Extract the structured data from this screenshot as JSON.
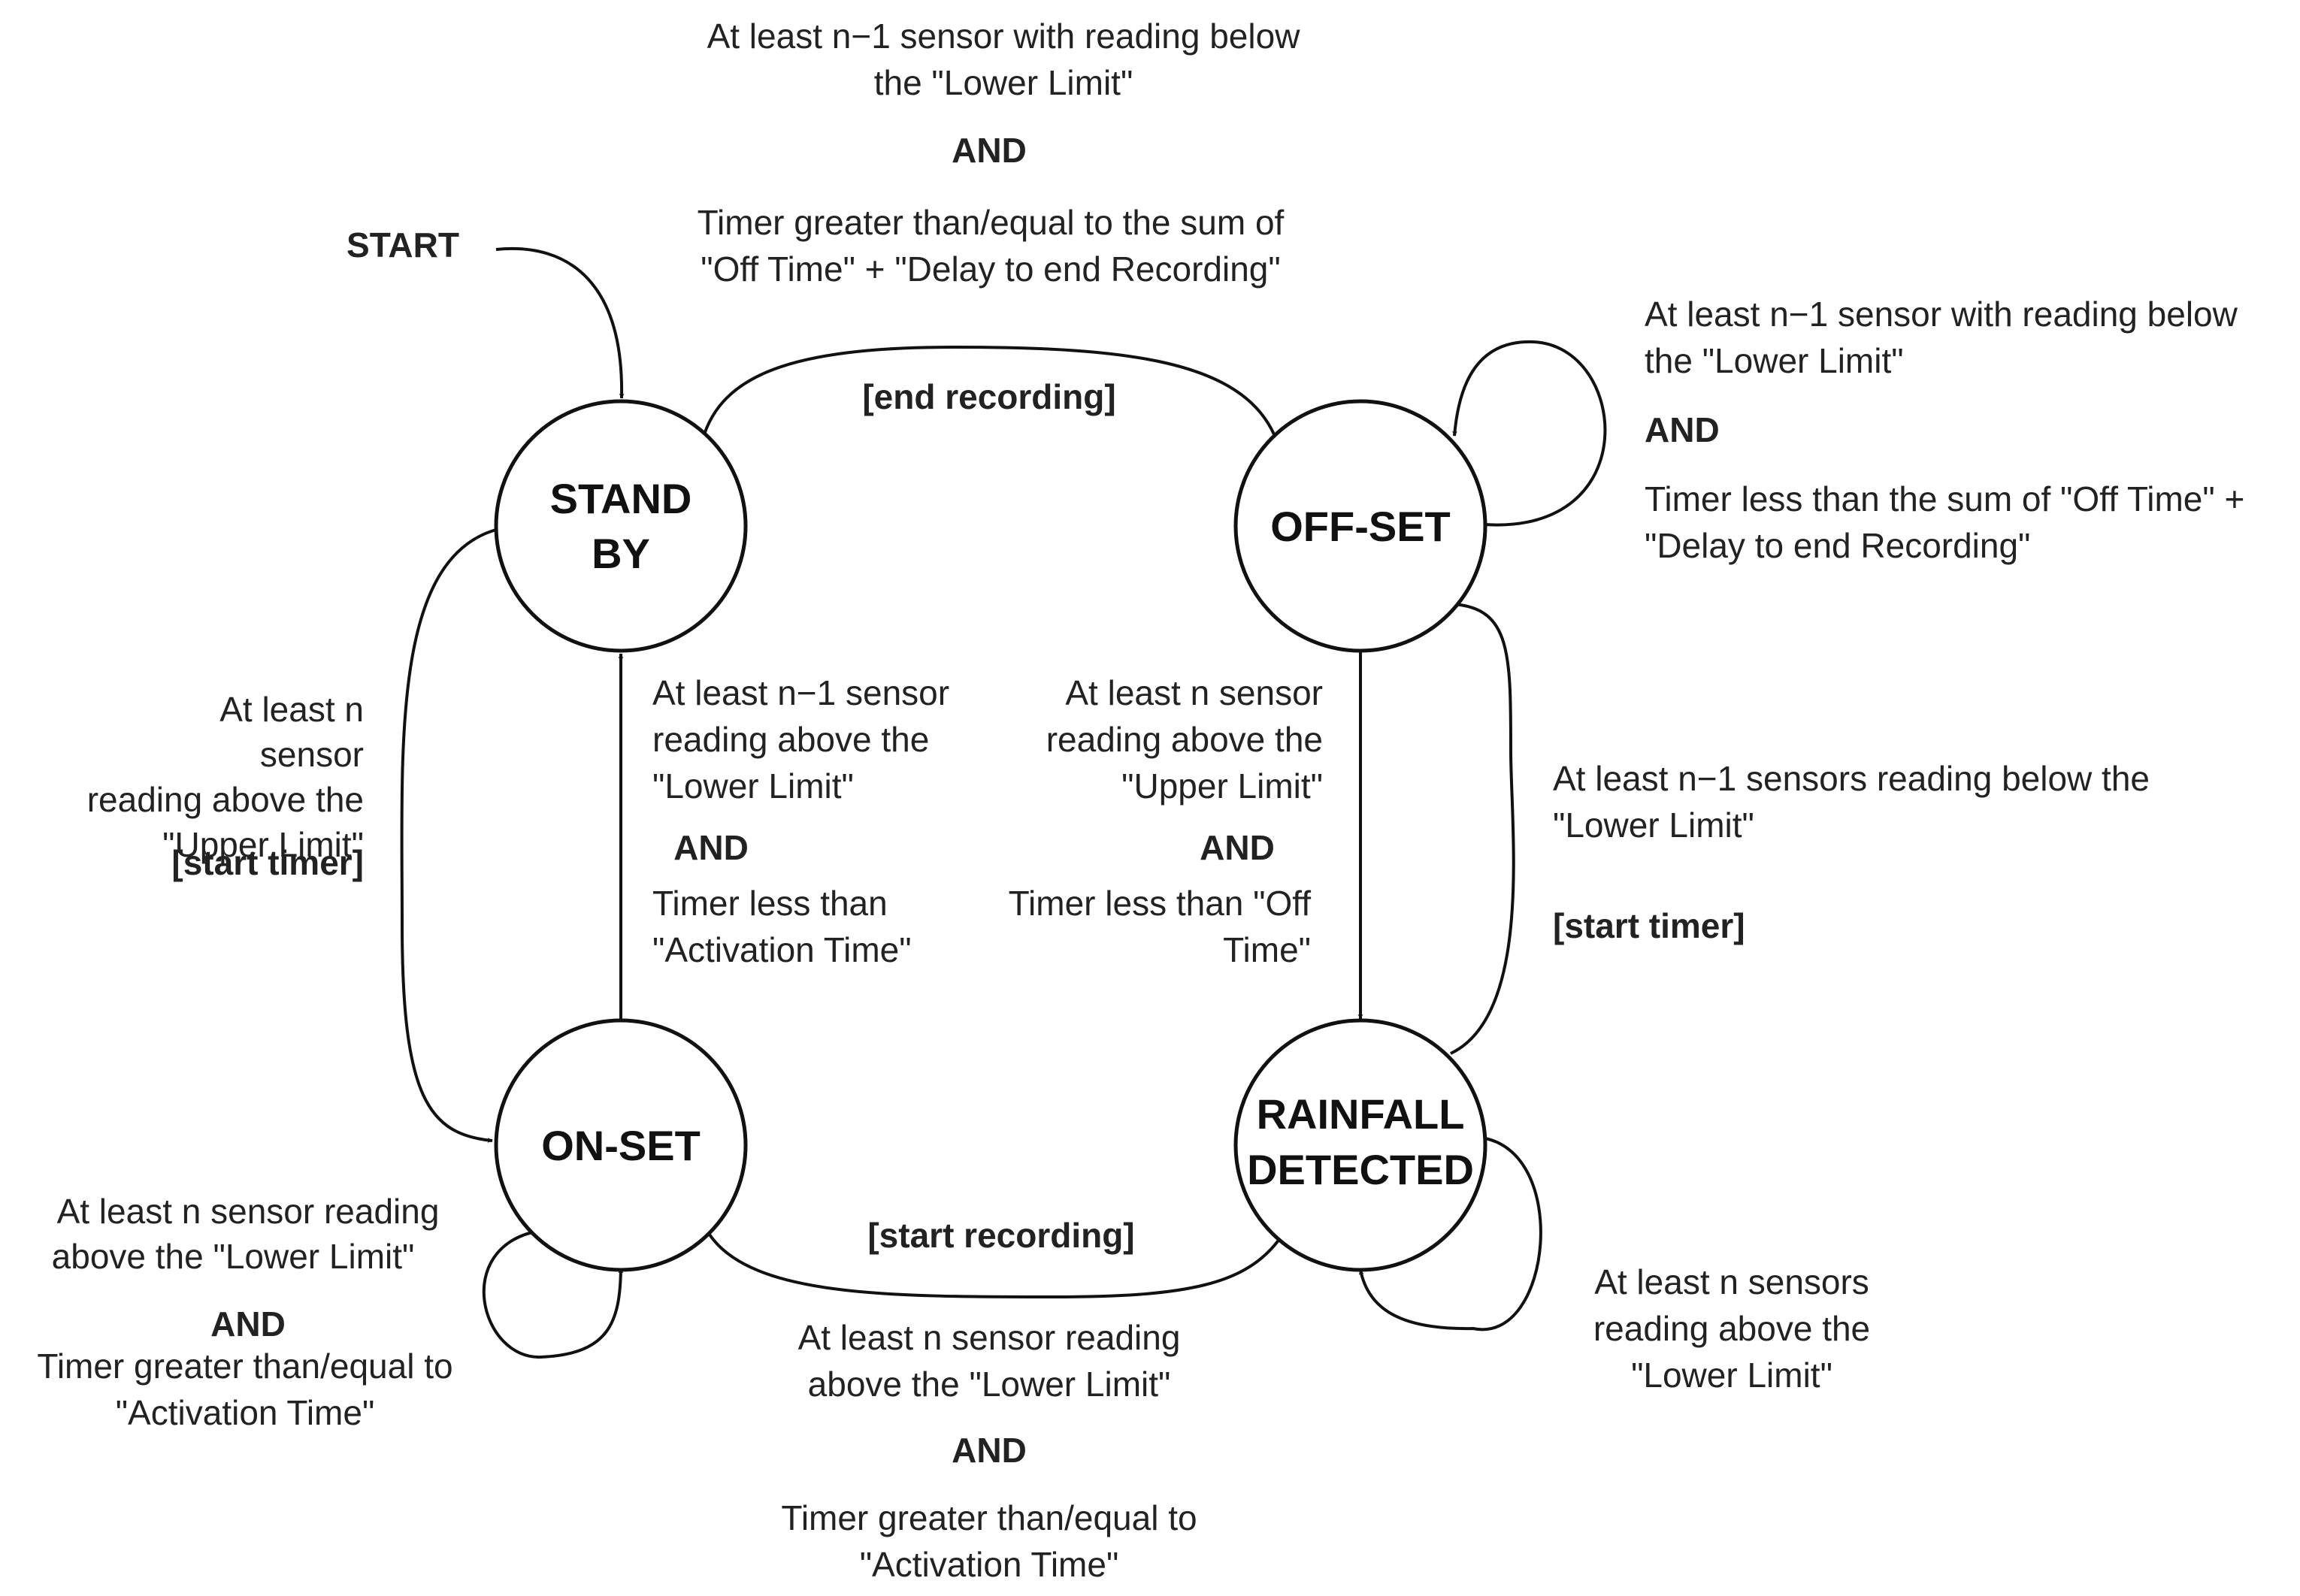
{
  "states": {
    "standby": {
      "line1": "STAND",
      "line2": "BY"
    },
    "offset": {
      "label": "OFF-SET"
    },
    "onset": {
      "label": "ON-SET"
    },
    "rainfall": {
      "line1": "RAINFALL",
      "line2": "DETECTED"
    }
  },
  "start": {
    "label": "START"
  },
  "transitions": {
    "offset_to_standby": {
      "line1": "At least n−1 sensor with reading below",
      "line2": "the \"Lower Limit\"",
      "and": "AND",
      "line3": "Timer greater than/equal to the sum of",
      "line4": "\"Off Time\" + \"Delay to end Recording\"",
      "action": "[end recording]"
    },
    "offset_self": {
      "line1": "At least n−1 sensor with reading below",
      "line2": "the \"Lower Limit\"",
      "and": "AND",
      "line3": "Timer less than the sum of \"Off Time\" +",
      "line4": "\"Delay to end Recording\""
    },
    "standby_to_onset": {
      "line1": "At least n",
      "line2": "sensor",
      "line3": "reading above the",
      "line4": "\"Upper Limit\"",
      "action": "[start timer]"
    },
    "onset_to_standby": {
      "line1": "At least n−1 sensor",
      "line2": "reading above the",
      "line3": "\"Lower Limit\"",
      "and": "AND",
      "line4": "Timer less than",
      "line5": "\"Activation Time\""
    },
    "offset_to_rainfall": {
      "line1": "At least n sensor",
      "line2": "reading above the",
      "line3": "\"Upper Limit\"",
      "and": "AND",
      "line4": "Timer less than \"Off",
      "line5": "Time\""
    },
    "rainfall_to_offset": {
      "line1": "At least n−1 sensors reading below the",
      "line2": "\"Lower Limit\"",
      "action": "[start timer]"
    },
    "onset_self": {
      "line1": "At least n sensor reading",
      "line2": "above the \"Lower Limit\"",
      "and": "AND",
      "line3": "Timer greater than/equal to",
      "line4": "\"Activation Time\""
    },
    "onset_to_rainfall": {
      "action": "[start recording]",
      "line1": "At least n sensor reading",
      "line2": "above the \"Lower Limit\"",
      "and": "AND",
      "line3": "Timer greater than/equal to",
      "line4": "\"Activation Time\""
    },
    "rainfall_self": {
      "line1": "At least n sensors",
      "line2": "reading above the",
      "line3": "\"Lower Limit\""
    }
  }
}
